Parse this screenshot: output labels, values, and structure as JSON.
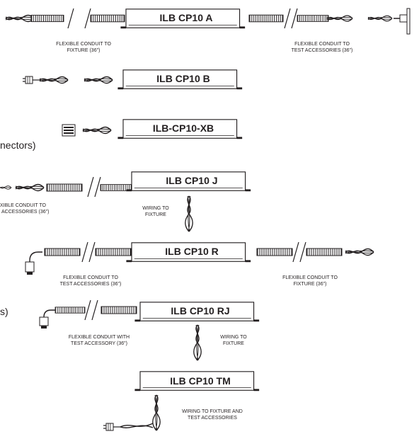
{
  "models": [
    {
      "id": "a",
      "label": "ILB CP10 A"
    },
    {
      "id": "b",
      "label": "ILB CP10 B"
    },
    {
      "id": "xb",
      "label": "ILB-CP10-XB"
    },
    {
      "id": "j",
      "label": "ILB CP10 J"
    },
    {
      "id": "r",
      "label": "ILB CP10 R"
    },
    {
      "id": "rj",
      "label": "ILB CP10 RJ"
    },
    {
      "id": "tm",
      "label": "ILB CP10 TM"
    }
  ],
  "captions": {
    "a_left_1": "FLEXIBLE CONDUIT TO",
    "a_left_2": "FIXTURE (36\")",
    "a_right_1": "FLEXIBLE CONDUIT TO",
    "a_right_2": "TEST ACCESSORIES (36\")",
    "j_left_1": "XIBLE CONDUIT TO",
    "j_left_2": "ACCESSORIES (36\")",
    "j_down_1": "WIRING TO",
    "j_down_2": "FIXTURE",
    "r_left_1": "FLEXIBLE CONDUIT TO",
    "r_left_2": "TEST ACCESSORIES (36\")",
    "r_right_1": "FLEXIBLE CONDUIT TO",
    "r_right_2": "FIXTURE (36\")",
    "rj_left_1": "FLEXIBLE CONDUIT WITH",
    "rj_left_2": "TEST ACCESSORY (36\")",
    "rj_down_1": "WIRING TO",
    "rj_down_2": "FIXTURE",
    "tm_1": "WIRING TO FIXTURE AND",
    "tm_2": "TEST ACCESSORIES"
  },
  "edge_text": {
    "connectors": "nectors)",
    "paren": "s)"
  }
}
